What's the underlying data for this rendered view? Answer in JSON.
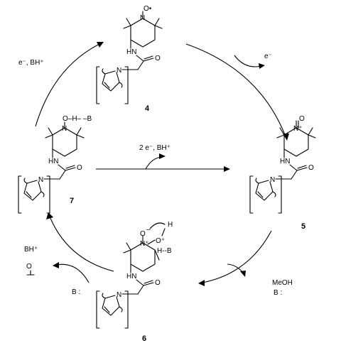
{
  "atoms": {
    "N": "N",
    "O": "O",
    "H": "H",
    "HN": "HN",
    "B": "B",
    "H_B": "H--B",
    "OH_B": "O–H– –B",
    "nitroxide": "O•",
    "oxoammonium": "O",
    "N_plus": "N⁺",
    "O_plus": "O⁺",
    "minus": "–"
  },
  "compounds": {
    "c4": "4",
    "c5": "5",
    "c6": "6",
    "c7": "7"
  },
  "reagents": {
    "top_left": "e⁻, BH⁺",
    "top_right": "e⁻",
    "center": "2 e⁻, BH⁺",
    "bottom_right_1": "MeOH",
    "bottom_right_2": "B :",
    "bottom_left_bh": "BH⁺",
    "bottom_left_o": "O",
    "bottom_left_b": "B :"
  }
}
